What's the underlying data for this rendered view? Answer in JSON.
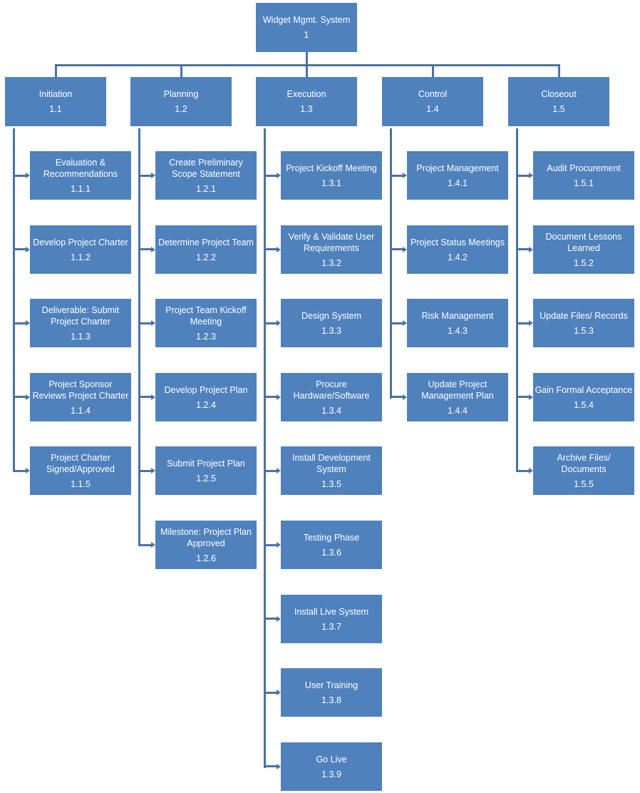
{
  "root": {
    "label": "Widget Mgmt. System",
    "code": "1"
  },
  "phases": [
    {
      "label": "Initiation",
      "code": "1.1",
      "children": [
        {
          "label": "Evaluation & Recommendations",
          "code": "1.1.1"
        },
        {
          "label": "Develop Project Charter",
          "code": "1.1.2"
        },
        {
          "label": "Deliverable: Submit Project Charter",
          "code": "1.1.3"
        },
        {
          "label": "Project Sponsor Reviews Project Charter",
          "code": "1.1.4"
        },
        {
          "label": "Project Charter Signed/Approved",
          "code": "1.1.5"
        }
      ]
    },
    {
      "label": "Planning",
      "code": "1.2",
      "children": [
        {
          "label": "Create Preliminary Scope Statement",
          "code": "1.2.1"
        },
        {
          "label": "Determine Project Team",
          "code": "1.2.2"
        },
        {
          "label": "Project Team Kickoff Meeting",
          "code": "1.2.3"
        },
        {
          "label": "Develop Project Plan",
          "code": "1.2.4"
        },
        {
          "label": "Submit Project Plan",
          "code": "1.2.5"
        },
        {
          "label": "Milestone: Project Plan Approved",
          "code": "1.2.6"
        }
      ]
    },
    {
      "label": "Execution",
      "code": "1.3",
      "children": [
        {
          "label": "Project Kickoff Meeting",
          "code": "1.3.1"
        },
        {
          "label": "Verify & Validate User Requirements",
          "code": "1.3.2"
        },
        {
          "label": "Design System",
          "code": "1.3.3"
        },
        {
          "label": "Procure Hardware/Software",
          "code": "1.3.4"
        },
        {
          "label": "Install Development System",
          "code": "1.3.5"
        },
        {
          "label": "Testing Phase",
          "code": "1.3.6"
        },
        {
          "label": "Install Live System",
          "code": "1.3.7"
        },
        {
          "label": "User Training",
          "code": "1.3.8"
        },
        {
          "label": "Go Live",
          "code": "1.3.9"
        }
      ]
    },
    {
      "label": "Control",
      "code": "1.4",
      "children": [
        {
          "label": "Project Management",
          "code": "1.4.1"
        },
        {
          "label": "Project Status Meetings",
          "code": "1.4.2"
        },
        {
          "label": "Risk Management",
          "code": "1.4.3"
        },
        {
          "label": "Update Project Management Plan",
          "code": "1.4.4"
        }
      ]
    },
    {
      "label": "Closeout",
      "code": "1.5",
      "children": [
        {
          "label": "Audit Procurement",
          "code": "1.5.1"
        },
        {
          "label": "Document Lessons Learned",
          "code": "1.5.2"
        },
        {
          "label": "Update Files/ Records",
          "code": "1.5.3"
        },
        {
          "label": "Gain Formal Acceptance",
          "code": "1.5.4"
        },
        {
          "label": "Archive Files/ Documents",
          "code": "1.5.5"
        }
      ]
    }
  ]
}
